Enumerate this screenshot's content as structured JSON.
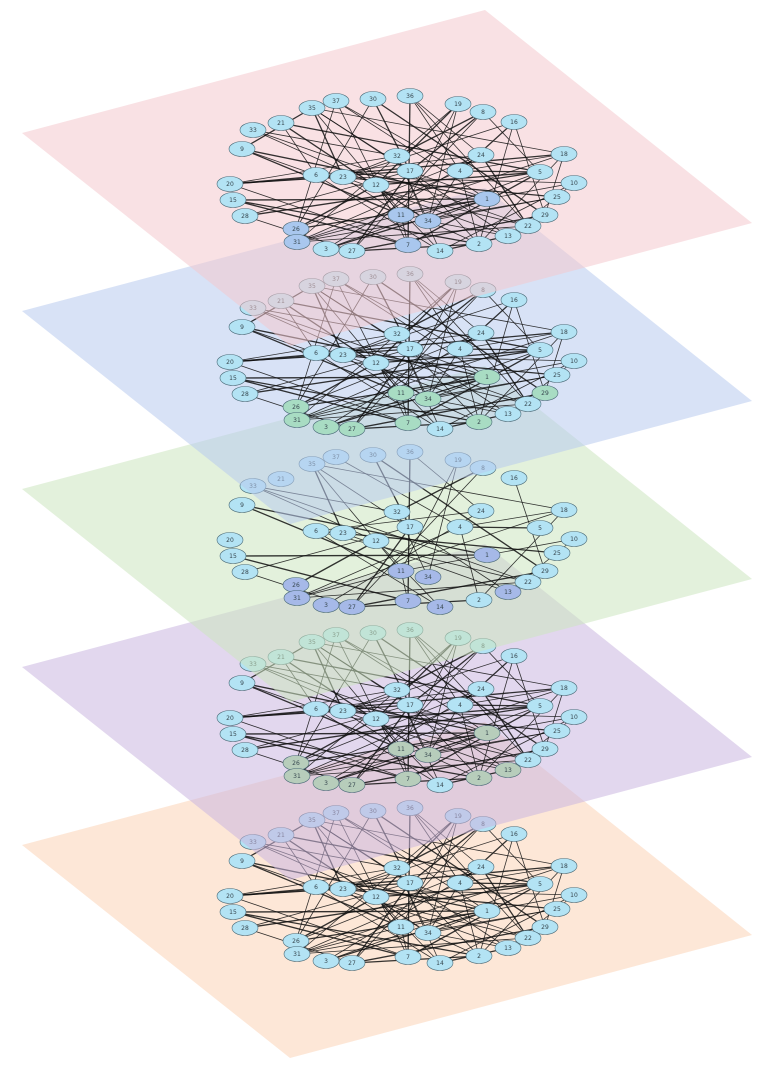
{
  "diagram": {
    "type": "multilayer-network",
    "layer_count": 5,
    "layer_colors": [
      "#f4c9cd",
      "#b8cbee",
      "#cce6c0",
      "#cbb7e0",
      "#fbd4b6"
    ],
    "node_fill": "#b3e3f4",
    "node_stroke": "#4b6b78",
    "edge_color": "#111111",
    "node_ids": [
      "35",
      "37",
      "30",
      "36",
      "19",
      "8",
      "21",
      "33",
      "16",
      "9",
      "32",
      "24",
      "18",
      "6",
      "23",
      "12",
      "17",
      "4",
      "5",
      "10",
      "20",
      "15",
      "25",
      "28",
      "1",
      "11",
      "34",
      "29",
      "26",
      "22",
      "13",
      "31",
      "3",
      "27",
      "7",
      "14",
      "2"
    ]
  }
}
